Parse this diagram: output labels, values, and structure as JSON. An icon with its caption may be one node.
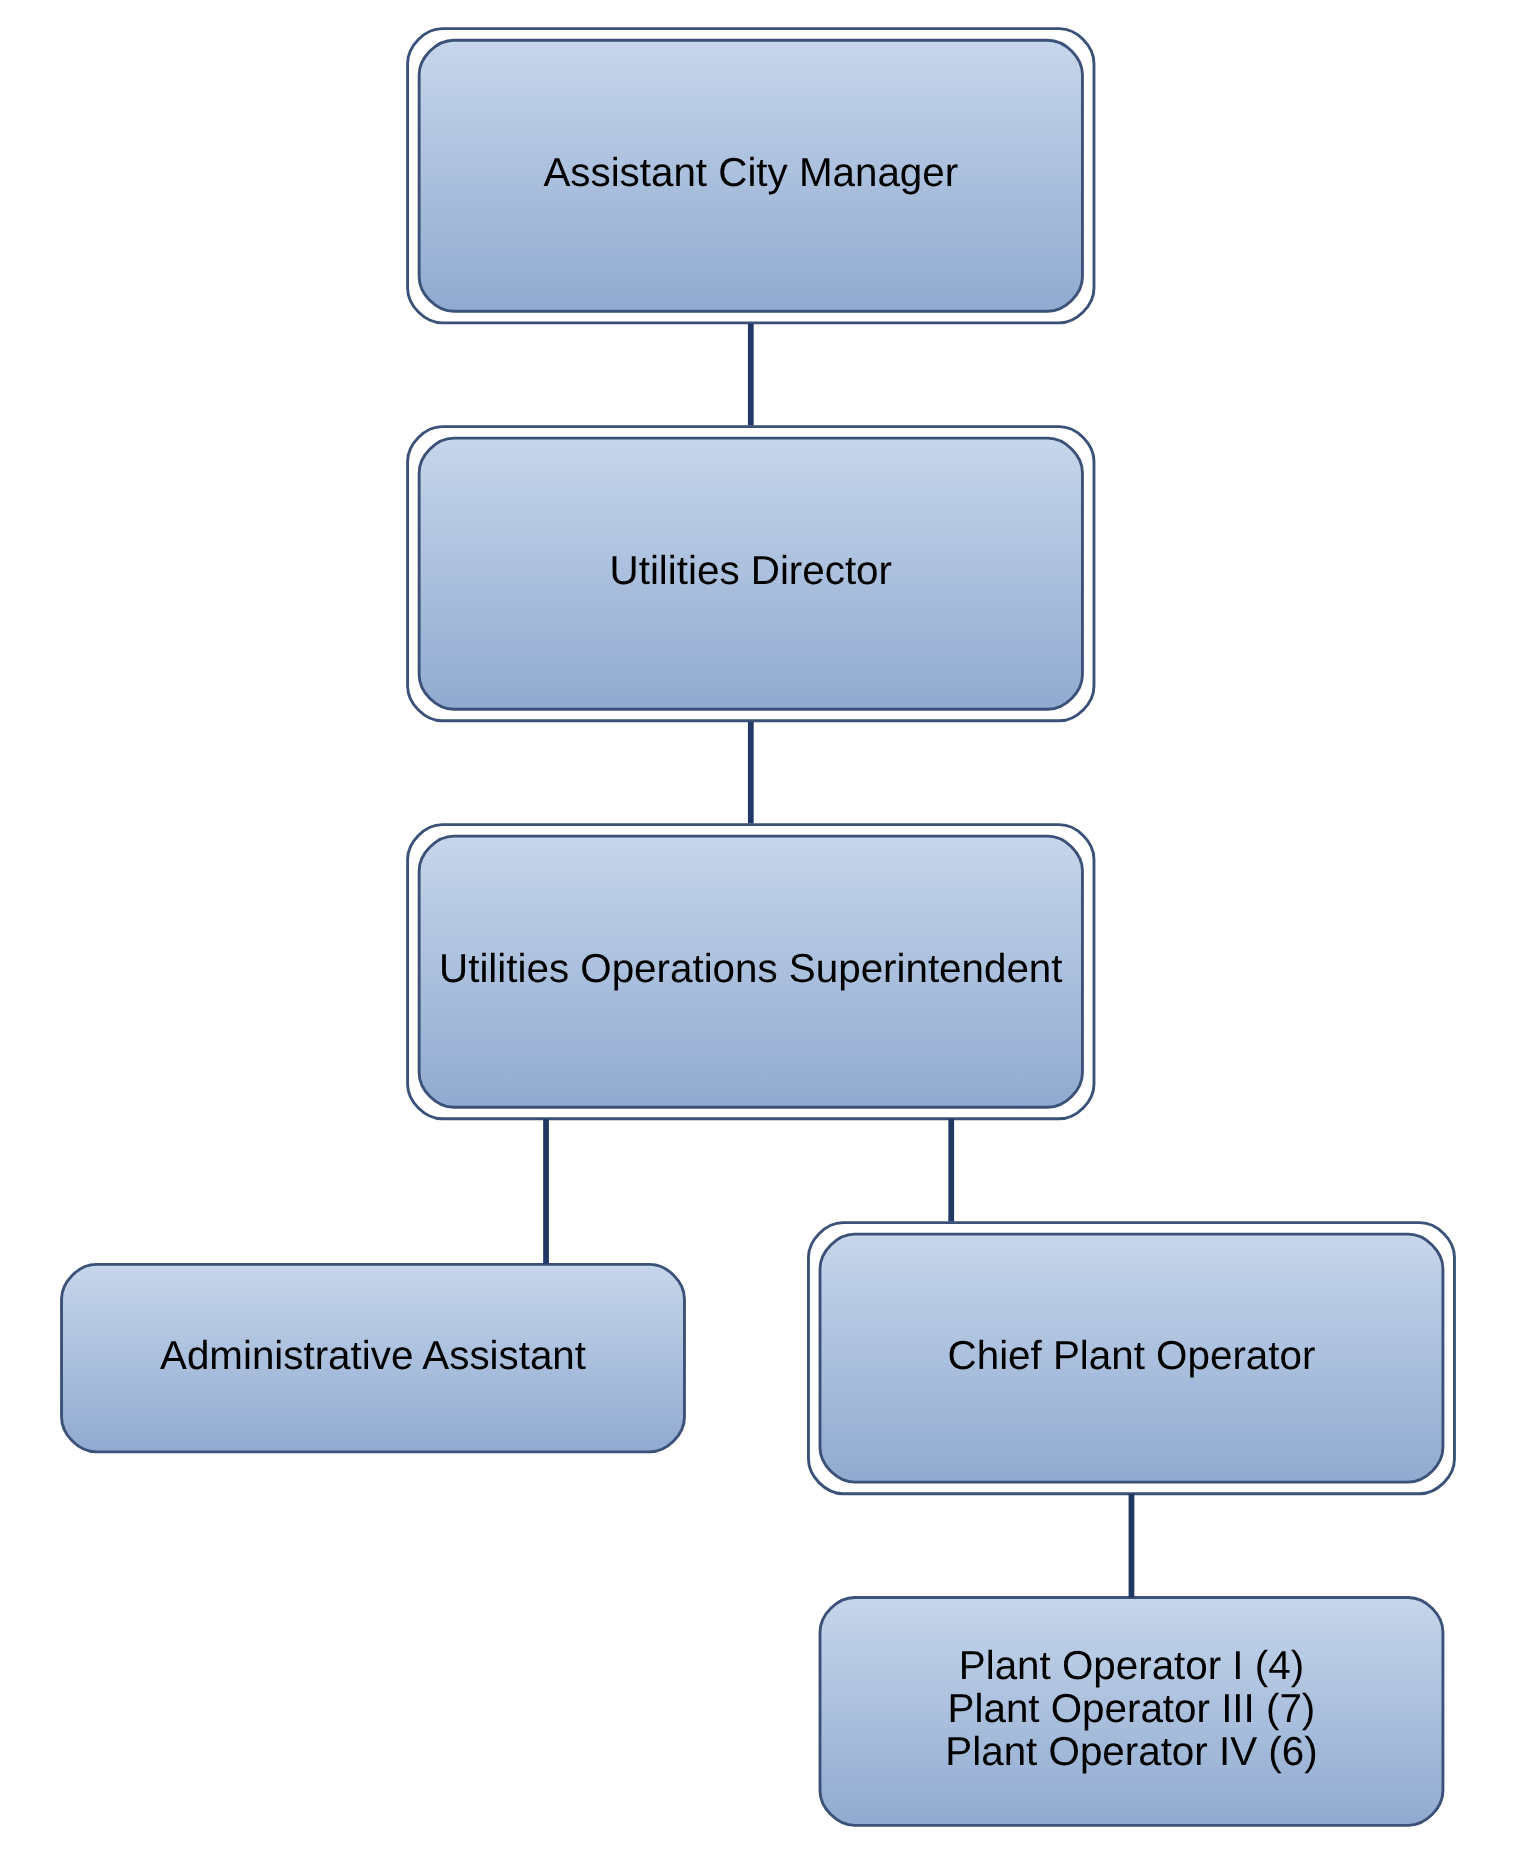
{
  "diagram": {
    "nodes": [
      {
        "text": [
          "Assistant City Manager"
        ]
      },
      {
        "text": [
          "Utilities Director"
        ]
      },
      {
        "text": [
          "Utilities Operations Superintendent"
        ]
      },
      {
        "text": [
          "Administrative Assistant"
        ]
      },
      {
        "text": [
          "Chief Plant Operator"
        ]
      },
      {
        "text": [
          "Plant Operator I (4)",
          "Plant Operator III (7)",
          "Plant Operator IV (6)"
        ]
      }
    ],
    "edges": [
      {
        "from": 0,
        "to": 1,
        "arrow": "none"
      },
      {
        "from": 1,
        "to": 2,
        "arrow": "none"
      },
      {
        "from": 2,
        "to": 3,
        "arrow": "none"
      },
      {
        "from": 2,
        "to": 4,
        "arrow": "none"
      },
      {
        "from": 4,
        "to": 5,
        "arrow": "none"
      }
    ]
  }
}
